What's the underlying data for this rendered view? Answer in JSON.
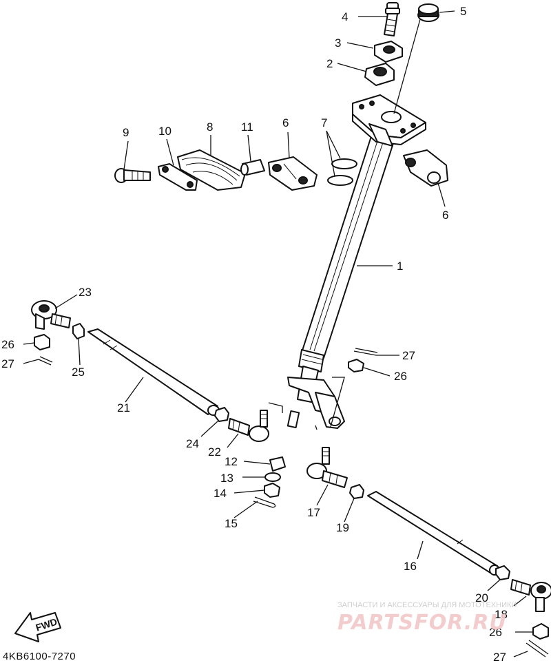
{
  "callouts": {
    "c1": "1",
    "c2": "2",
    "c3": "3",
    "c4": "4",
    "c5": "5",
    "c6a": "6",
    "c6b": "6",
    "c7": "7",
    "c8": "8",
    "c9": "9",
    "c10": "10",
    "c11": "11",
    "c12": "12",
    "c13": "13",
    "c14": "14",
    "c15": "15",
    "c16": "16",
    "c17": "17",
    "c18": "18",
    "c19": "19",
    "c20": "20",
    "c21": "21",
    "c22": "22",
    "c23": "23",
    "c24": "24",
    "c25": "25",
    "c26a": "26",
    "c26b": "26",
    "c26c": "26",
    "c27a": "27",
    "c27b": "27",
    "c27c": "27"
  },
  "fwd_label": "FWD",
  "diagram_code": "4KB6100-7270",
  "watermark": {
    "line1": "ЗАПЧАСТИ И АКСЕССУАРЫ ДЛЯ МОТОТЕХНИКИ",
    "logo": "PARTSFOR.RU"
  }
}
